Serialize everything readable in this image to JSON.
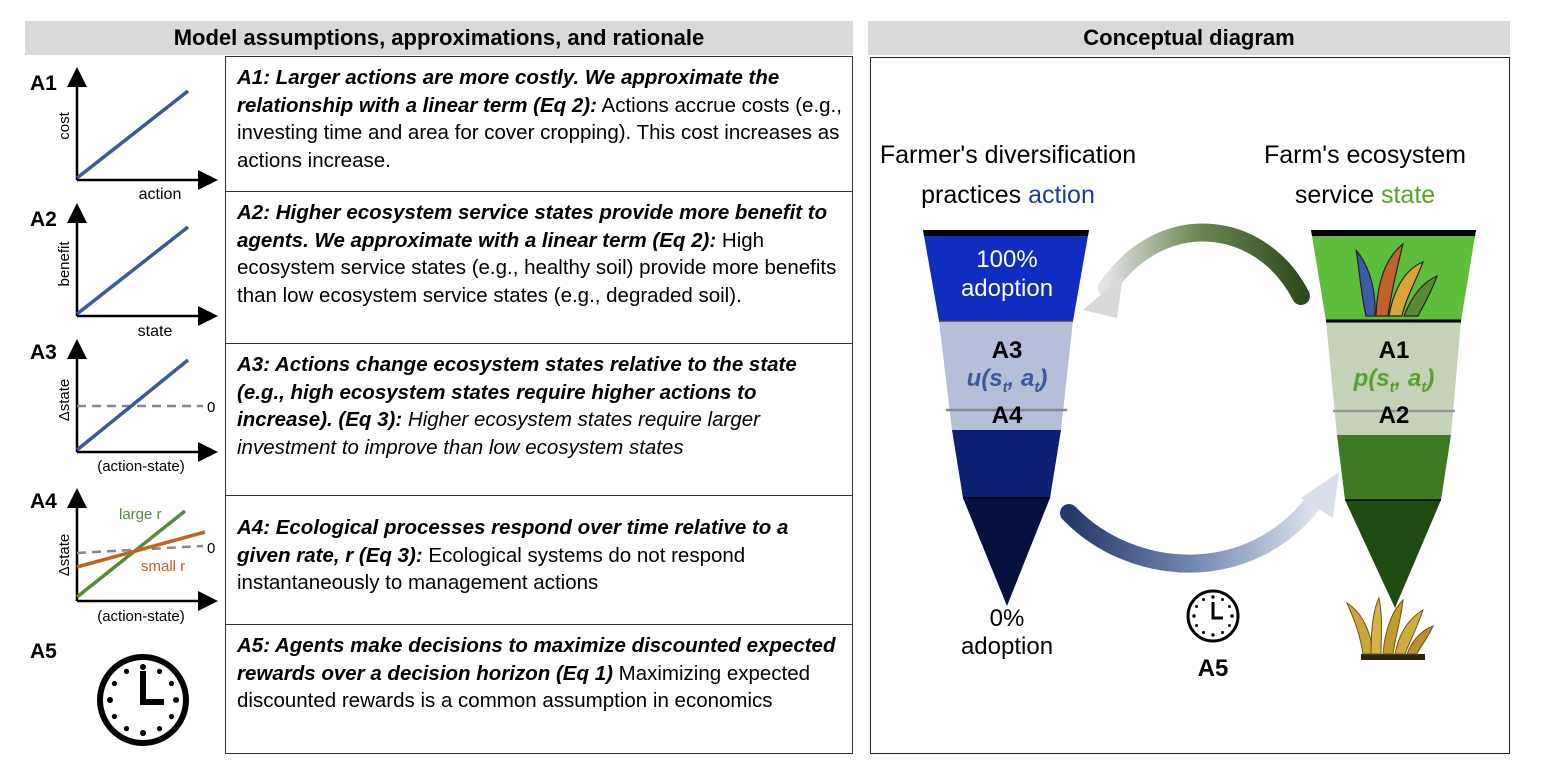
{
  "headers": {
    "left": "Model assumptions, approximations, and rationale",
    "right": "Conceptual diagram"
  },
  "rows": [
    {
      "label": "A1",
      "plot": {
        "xlabel": "action",
        "ylabel": "cost"
      },
      "bold": "A1: Larger actions are more costly. We approximate the relationship with a linear term (Eq 2):",
      "text": "Actions accrue costs (e.g., investing time and area for cover cropping). This cost increases as actions increase."
    },
    {
      "label": "A2",
      "plot": {
        "xlabel": "state",
        "ylabel": "benefit"
      },
      "bold": "A2: Higher ecosystem service states provide more benefit to agents. We approximate with a linear term (Eq 2):",
      "text": "High ecosystem service states (e.g., healthy soil) provide more benefits than low ecosystem service states (e.g., degraded soil)."
    },
    {
      "label": "A3",
      "plot": {
        "xlabel": "(action-state)",
        "ylabel": "Δstate",
        "zero": "0"
      },
      "bold": "A3: Actions change ecosystem states relative to the state (e.g., high ecosystem states require higher actions to increase). (Eq 3):",
      "text": "Higher ecosystem states require larger investment to improve than low ecosystem states"
    },
    {
      "label": "A4",
      "plot": {
        "xlabel": "(action-state)",
        "ylabel": "Δstate",
        "zero": "0",
        "large": "large r",
        "small": "small r"
      },
      "bold": "A4: Ecological processes respond over time relative to a given rate, r (Eq 3):",
      "text": "Ecological systems do not respond instantaneously to management actions"
    },
    {
      "label": "A5",
      "bold": "A5: Agents make decisions to maximize discounted expected rewards over a decision horizon (Eq 1)",
      "text": "Maximizing expected discounted rewards is a common assumption in economics"
    }
  ],
  "diagram": {
    "left_title_1": "Farmer's diversification",
    "left_title_2": "practices",
    "left_title_word": "action",
    "right_title_1": "Farm's ecosystem",
    "right_title_2": "service",
    "right_title_word": "state",
    "top_pct": "100%",
    "top_adopt": "adoption",
    "bottom_pct": "0%",
    "bottom_adopt": "adoption",
    "left_a_top": "A3",
    "left_a_bottom": "A4",
    "right_a_top": "A1",
    "right_a_bottom": "A2",
    "u_fn": "u",
    "p_fn": "p",
    "clock_label": "A5"
  },
  "colors": {
    "header_bg": "#d9d9d9",
    "action_blue": "#1f3a93",
    "state_green": "#5aa02c",
    "plot_line": "#3b5a9a",
    "large_r": "#5b8a36",
    "small_r": "#c0622a"
  }
}
